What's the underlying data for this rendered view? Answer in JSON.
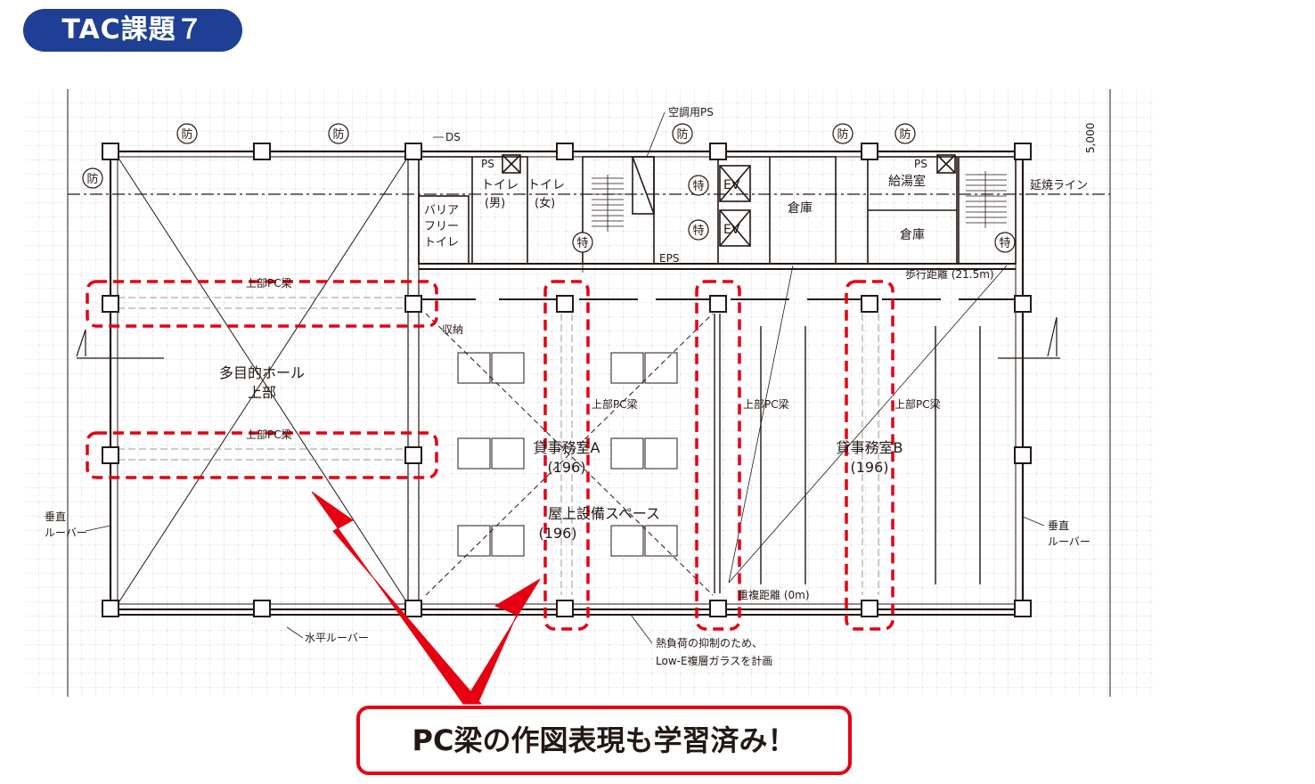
{
  "badge": "TAC課題７",
  "callout": "PC梁の作図表現も学習済み！",
  "colors": {
    "badge": "#1e3f94",
    "highlight": "#e60012",
    "line": "#231815",
    "grid": "#b9bcc2"
  },
  "dimension": "5,000",
  "labels": {
    "hall": "多目的ホール",
    "hall_upper": "上部",
    "beam_upper": "上部PC梁",
    "storage": "収納",
    "office_a": "貸事務室A",
    "office_a_area": "(196)",
    "office_b": "貸事務室B",
    "office_b_area": "(196)",
    "roof_equipment": "屋上設備スペース",
    "roof_equipment_area": "(196)",
    "ds": "DS",
    "ps": "PS",
    "hvac_ps": "空調用PS",
    "eps": "EPS",
    "ev": "EV",
    "toilet_men": "トイレ",
    "toilet_men_sub": "(男)",
    "toilet_women": "トイレ",
    "toilet_women_sub": "(女)",
    "barrier_free_1": "バリア",
    "barrier_free_2": "フリー",
    "barrier_free_3": "トイレ",
    "warehouse": "倉庫",
    "kitchenette": "給湯室",
    "fire_spread_line": "延焼ライン",
    "walking_distance": "歩行距離 (21.5m)",
    "overlap_distance": "重複距離 (0m)",
    "vertical_louver_1": "垂直",
    "vertical_louver_2": "ルーバー",
    "horizontal_louver": "水平ルーバー",
    "heat_note_1": "熱負荷の抑制のため、",
    "heat_note_2": "Low-E複層ガラスを計画",
    "fire_door": "防",
    "special_stair": "特"
  }
}
